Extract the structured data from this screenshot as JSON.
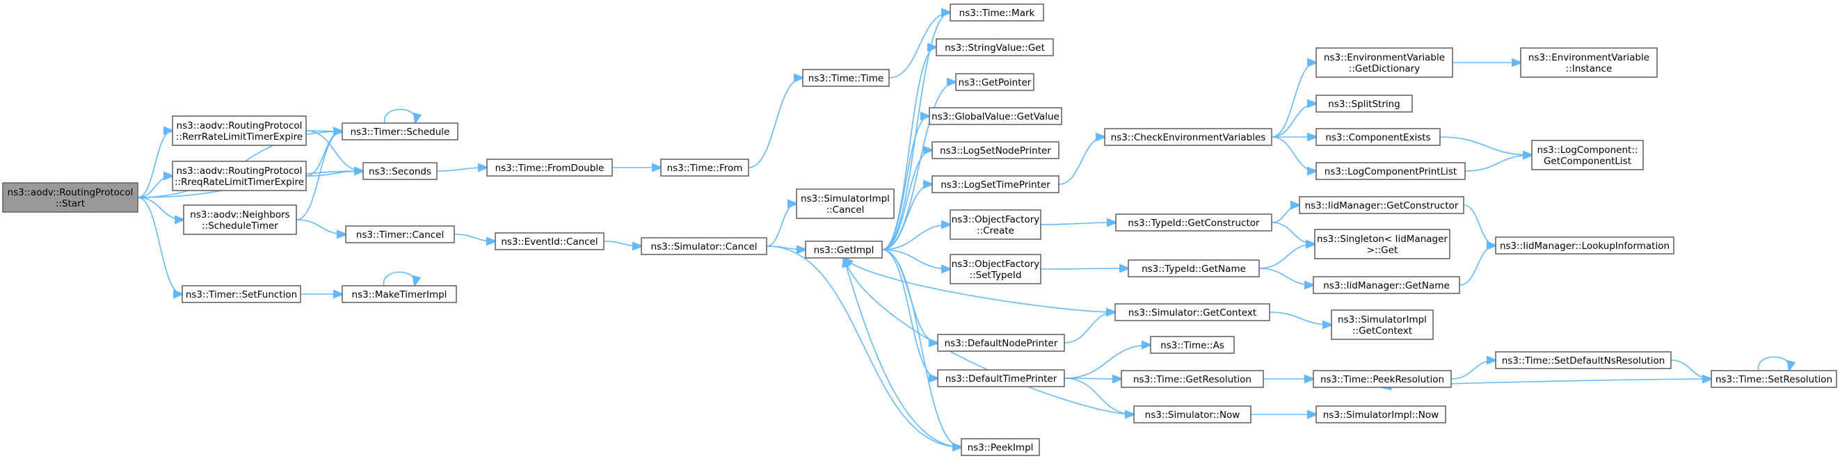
{
  "diagram": {
    "type": "call-graph",
    "colors": {
      "edge": "#63b8ff",
      "node_border": "#666666",
      "root_fill": "#999999",
      "node_fill": "#ffffff"
    },
    "nodes": [
      {
        "id": "start",
        "lines": [
          "ns3::aodv::RoutingProtocol",
          "::Start"
        ],
        "root": true
      },
      {
        "id": "rerr",
        "lines": [
          "ns3::aodv::RoutingProtocol",
          "::RerrRateLimitTimerExpire"
        ]
      },
      {
        "id": "rreq",
        "lines": [
          "ns3::aodv::RoutingProtocol",
          "::RreqRateLimitTimerExpire"
        ]
      },
      {
        "id": "nbsched",
        "lines": [
          "ns3::aodv::Neighbors",
          "::ScheduleTimer"
        ]
      },
      {
        "id": "setfunc",
        "lines": [
          "ns3::Timer::SetFunction"
        ]
      },
      {
        "id": "schedule",
        "lines": [
          "ns3::Timer::Schedule"
        ]
      },
      {
        "id": "seconds",
        "lines": [
          "ns3::Seconds"
        ]
      },
      {
        "id": "tcancel",
        "lines": [
          "ns3::Timer::Cancel"
        ]
      },
      {
        "id": "maketimer",
        "lines": [
          "ns3::MakeTimerImpl"
        ]
      },
      {
        "id": "fromdouble",
        "lines": [
          "ns3::Time::FromDouble"
        ]
      },
      {
        "id": "evcancel",
        "lines": [
          "ns3::EventId::Cancel"
        ]
      },
      {
        "id": "timefrom",
        "lines": [
          "ns3::Time::From"
        ]
      },
      {
        "id": "timetime",
        "lines": [
          "ns3::Time::Time"
        ]
      },
      {
        "id": "simcancel",
        "lines": [
          "ns3::Simulator::Cancel"
        ]
      },
      {
        "id": "simimplcancel",
        "lines": [
          "ns3::SimulatorImpl",
          "::Cancel"
        ]
      },
      {
        "id": "getimpl",
        "lines": [
          "ns3::GetImpl"
        ]
      },
      {
        "id": "timemark",
        "lines": [
          "ns3::Time::Mark"
        ]
      },
      {
        "id": "strget",
        "lines": [
          "ns3::StringValue::Get"
        ]
      },
      {
        "id": "getpointer",
        "lines": [
          "ns3::GetPointer"
        ]
      },
      {
        "id": "gvget",
        "lines": [
          "ns3::GlobalValue::GetValue"
        ]
      },
      {
        "id": "lognode",
        "lines": [
          "ns3::LogSetNodePrinter"
        ]
      },
      {
        "id": "logtime",
        "lines": [
          "ns3::LogSetTimePrinter"
        ]
      },
      {
        "id": "ofcreate",
        "lines": [
          "ns3::ObjectFactory",
          "::Create"
        ]
      },
      {
        "id": "ofsettype",
        "lines": [
          "ns3::ObjectFactory",
          "::SetTypeId"
        ]
      },
      {
        "id": "defnode",
        "lines": [
          "ns3::DefaultNodePrinter"
        ]
      },
      {
        "id": "deftime",
        "lines": [
          "ns3::DefaultTimePrinter"
        ]
      },
      {
        "id": "peekimpl",
        "lines": [
          "ns3::PeekImpl"
        ]
      },
      {
        "id": "checkenv",
        "lines": [
          "ns3::CheckEnvironmentVariables"
        ]
      },
      {
        "id": "getctor",
        "lines": [
          "ns3::TypeId::GetConstructor"
        ]
      },
      {
        "id": "getname",
        "lines": [
          "ns3::TypeId::GetName"
        ]
      },
      {
        "id": "simgetctx",
        "lines": [
          "ns3::Simulator::GetContext"
        ]
      },
      {
        "id": "timeas",
        "lines": [
          "ns3::Time::As"
        ]
      },
      {
        "id": "getres",
        "lines": [
          "ns3::Time::GetResolution"
        ]
      },
      {
        "id": "simnow",
        "lines": [
          "ns3::Simulator::Now"
        ]
      },
      {
        "id": "envdict",
        "lines": [
          "ns3::EnvironmentVariable",
          "::GetDictionary"
        ]
      },
      {
        "id": "splitstr",
        "lines": [
          "ns3::SplitString"
        ]
      },
      {
        "id": "compexists",
        "lines": [
          "ns3::ComponentExists"
        ]
      },
      {
        "id": "logprintlist",
        "lines": [
          "ns3::LogComponentPrintList"
        ]
      },
      {
        "id": "iidgetctor",
        "lines": [
          "ns3::IidManager::GetConstructor"
        ]
      },
      {
        "id": "singleton",
        "lines": [
          "ns3::Singleton< IidManager",
          " >::Get"
        ]
      },
      {
        "id": "iidgetname",
        "lines": [
          "ns3::IidManager::GetName"
        ]
      },
      {
        "id": "simimplctx",
        "lines": [
          "ns3::SimulatorImpl",
          "::GetContext"
        ]
      },
      {
        "id": "peekres",
        "lines": [
          "ns3::Time::PeekResolution"
        ]
      },
      {
        "id": "simimplnow",
        "lines": [
          "ns3::SimulatorImpl::Now"
        ]
      },
      {
        "id": "envinst",
        "lines": [
          "ns3::EnvironmentVariable",
          "::Instance"
        ]
      },
      {
        "id": "logcomplist",
        "lines": [
          "ns3::LogComponent::",
          "GetComponentList"
        ]
      },
      {
        "id": "lookup",
        "lines": [
          "ns3::IidManager::LookupInformation"
        ]
      },
      {
        "id": "setdefres",
        "lines": [
          "ns3::Time::SetDefaultNsResolution"
        ]
      },
      {
        "id": "setres",
        "lines": [
          "ns3::Time::SetResolution"
        ]
      }
    ],
    "edges": [
      [
        "start",
        "rerr"
      ],
      [
        "start",
        "rreq"
      ],
      [
        "start",
        "nbsched"
      ],
      [
        "start",
        "setfunc"
      ],
      [
        "start",
        "schedule"
      ],
      [
        "start",
        "seconds"
      ],
      [
        "rerr",
        "schedule"
      ],
      [
        "rerr",
        "seconds"
      ],
      [
        "rreq",
        "schedule"
      ],
      [
        "rreq",
        "seconds"
      ],
      [
        "nbsched",
        "schedule"
      ],
      [
        "nbsched",
        "tcancel"
      ],
      [
        "schedule",
        "schedule"
      ],
      [
        "setfunc",
        "maketimer"
      ],
      [
        "maketimer",
        "maketimer"
      ],
      [
        "seconds",
        "fromdouble"
      ],
      [
        "fromdouble",
        "timefrom"
      ],
      [
        "timefrom",
        "timetime"
      ],
      [
        "timetime",
        "timemark"
      ],
      [
        "tcancel",
        "evcancel"
      ],
      [
        "evcancel",
        "simcancel"
      ],
      [
        "simcancel",
        "simimplcancel"
      ],
      [
        "simcancel",
        "getimpl"
      ],
      [
        "simcancel",
        "peekimpl"
      ],
      [
        "getimpl",
        "timemark"
      ],
      [
        "getimpl",
        "strget"
      ],
      [
        "getimpl",
        "getpointer"
      ],
      [
        "getimpl",
        "gvget"
      ],
      [
        "getimpl",
        "lognode"
      ],
      [
        "getimpl",
        "logtime"
      ],
      [
        "getimpl",
        "ofcreate"
      ],
      [
        "getimpl",
        "ofsettype"
      ],
      [
        "getimpl",
        "defnode"
      ],
      [
        "getimpl",
        "deftime"
      ],
      [
        "getimpl",
        "peekimpl"
      ],
      [
        "logtime",
        "checkenv"
      ],
      [
        "checkenv",
        "envdict"
      ],
      [
        "checkenv",
        "splitstr"
      ],
      [
        "checkenv",
        "compexists"
      ],
      [
        "checkenv",
        "logprintlist"
      ],
      [
        "envdict",
        "envinst"
      ],
      [
        "compexists",
        "logcomplist"
      ],
      [
        "logprintlist",
        "logcomplist"
      ],
      [
        "ofcreate",
        "getctor"
      ],
      [
        "getctor",
        "iidgetctor"
      ],
      [
        "getctor",
        "singleton"
      ],
      [
        "iidgetctor",
        "lookup"
      ],
      [
        "ofsettype",
        "getname"
      ],
      [
        "getname",
        "singleton"
      ],
      [
        "getname",
        "iidgetname"
      ],
      [
        "iidgetname",
        "lookup"
      ],
      [
        "simgetctx",
        "getimpl"
      ],
      [
        "simgetctx",
        "simimplctx"
      ],
      [
        "defnode",
        "simgetctx"
      ],
      [
        "deftime",
        "timeas"
      ],
      [
        "deftime",
        "getres"
      ],
      [
        "deftime",
        "simnow"
      ],
      [
        "getres",
        "peekres"
      ],
      [
        "peekres",
        "setdefres"
      ],
      [
        "setdefres",
        "setres"
      ],
      [
        "setres",
        "setres"
      ],
      [
        "setres",
        "peekres"
      ],
      [
        "simnow",
        "getimpl"
      ],
      [
        "simnow",
        "simimplnow"
      ],
      [
        "peekimpl",
        "getimpl"
      ]
    ]
  }
}
